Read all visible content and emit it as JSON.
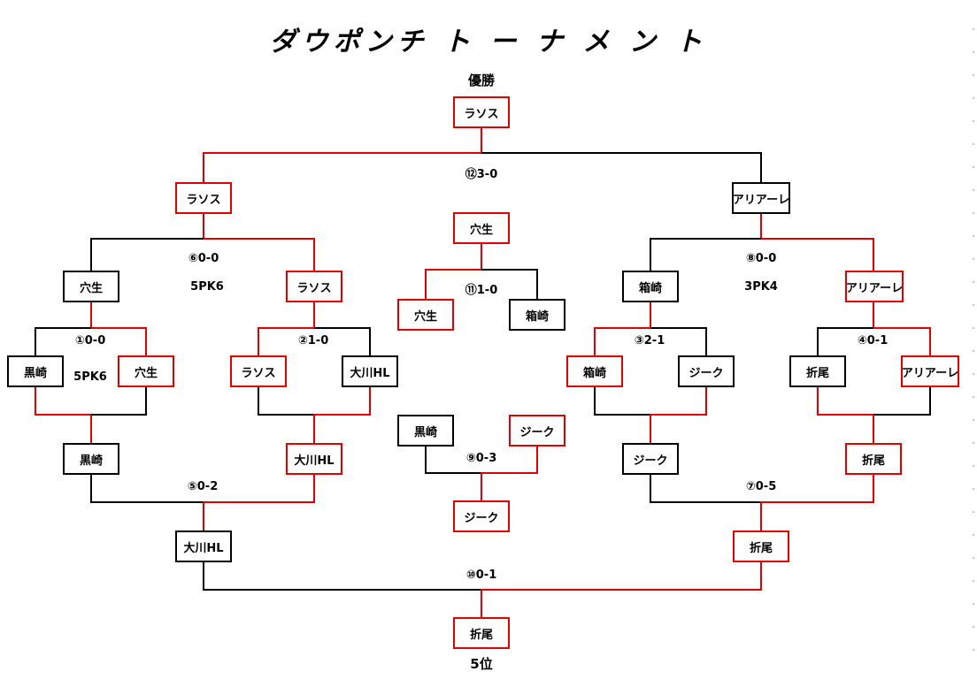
{
  "title": "ダウポンチ ト ー ナ メ ン ト",
  "labels": {
    "champion": "優勝",
    "fifth": "5位"
  },
  "scores": {
    "m1": "①0-0",
    "m1_pk": "5PK6",
    "m2": "②1-0",
    "m3": "③2-1",
    "m4": "④0-1",
    "m5": "⑤0-2",
    "m6": "⑥0-0",
    "m6_pk": "5PK6",
    "m7": "⑦0-5",
    "m8": "⑧0-0",
    "m8_pk": "3PK4",
    "m9": "⑨0-3",
    "m10": "⑩0-1",
    "m11": "⑪1-0",
    "m12": "⑫3-0"
  },
  "boxes": {
    "champion": "ラソス",
    "final_left": "ラソス",
    "final_right": "アリアーレ",
    "semi_l1": "穴生",
    "semi_l2": "ラソス",
    "semi_r1": "箱崎",
    "semi_r2": "アリアーレ",
    "r1_1": "黒崎",
    "r1_2": "穴生",
    "r1_3": "ラソス",
    "r1_4": "大川HL",
    "r1_5": "箱崎",
    "r1_6": "ジーク",
    "r1_7": "折尾",
    "r1_8": "アリアーレ",
    "third_winner": "穴生",
    "third_left": "穴生",
    "third_right": "箱崎",
    "m9_left": "黒崎",
    "m9_right": "ジーク",
    "m9_winner": "ジーク",
    "l_loser1": "黒崎",
    "l_loser2": "大川HL",
    "r_loser1": "ジーク",
    "r_loser2": "折尾",
    "fifth_left": "大川HL",
    "fifth_right": "折尾",
    "fifth_winner": "折尾"
  },
  "colors": {
    "winner_line": "#e00000",
    "loser_line": "#000000"
  }
}
